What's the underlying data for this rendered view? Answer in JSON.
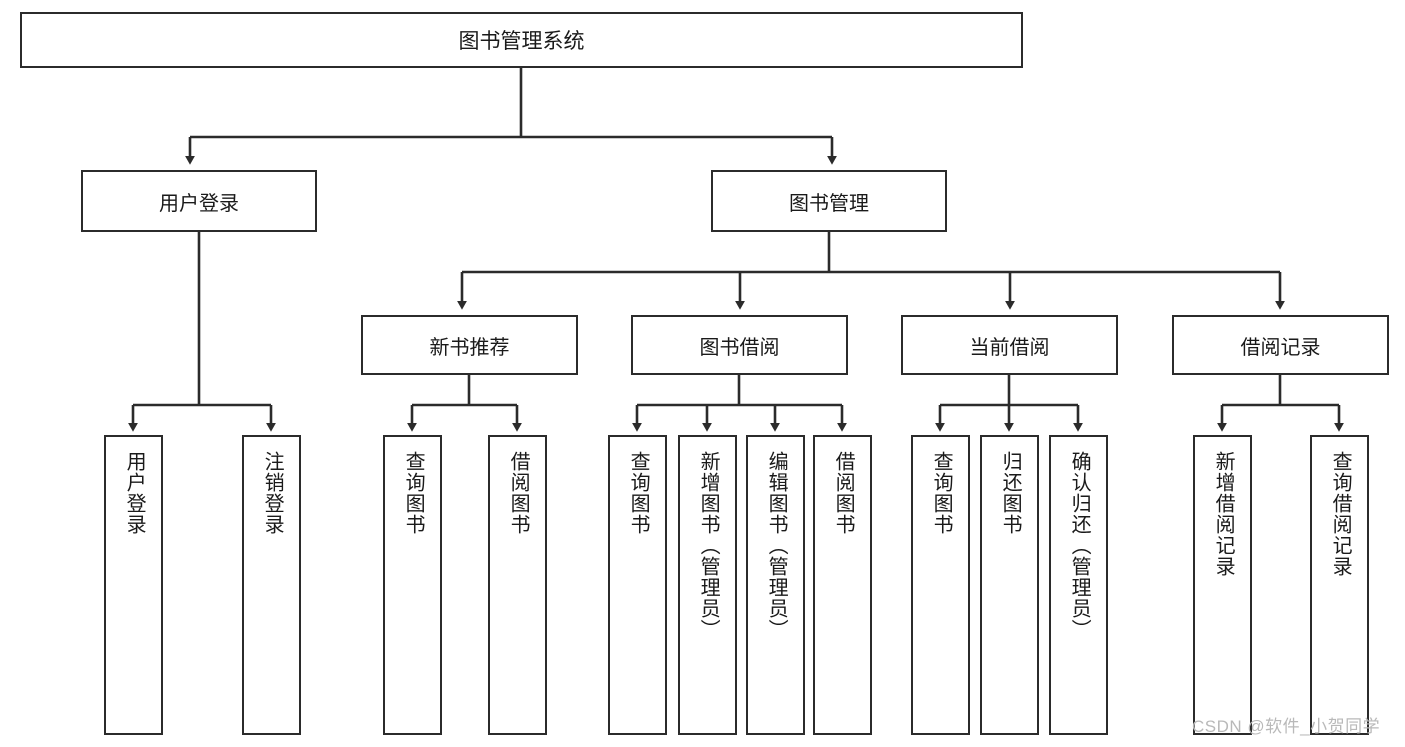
{
  "diagram": {
    "title": "图书管理系统",
    "type": "tree-hierarchy",
    "watermark": "CSDN @软件_小贺同学",
    "colors": {
      "stroke": "#2b2b2b",
      "fill": "#ffffff",
      "text": "#1a1a1a",
      "watermark": "#b9b9b9"
    },
    "nodes": {
      "root": {
        "label": "图书管理系统"
      },
      "level2": [
        {
          "id": "user-login",
          "label": "用户登录"
        },
        {
          "id": "book-manage",
          "label": "图书管理"
        }
      ],
      "level3": [
        {
          "id": "new-book-rec",
          "label": "新书推荐"
        },
        {
          "id": "book-borrow",
          "label": "图书借阅"
        },
        {
          "id": "current-borrow",
          "label": "当前借阅"
        },
        {
          "id": "borrow-record",
          "label": "借阅记录"
        }
      ],
      "leaves": {
        "user-login": [
          {
            "id": "leaf-user-login",
            "label": "用户登录"
          },
          {
            "id": "leaf-logout",
            "label": "注销登录"
          }
        ],
        "new-book-rec": [
          {
            "id": "leaf-query-book-1",
            "label": "查询图书"
          },
          {
            "id": "leaf-borrow-book-1",
            "label": "借阅图书"
          }
        ],
        "book-borrow": [
          {
            "id": "leaf-query-book-2",
            "label": "查询图书"
          },
          {
            "id": "leaf-add-book",
            "label": "新增图书（管理员）"
          },
          {
            "id": "leaf-edit-book",
            "label": "编辑图书（管理员）"
          },
          {
            "id": "leaf-borrow-book-2",
            "label": "借阅图书"
          }
        ],
        "current-borrow": [
          {
            "id": "leaf-query-book-3",
            "label": "查询图书"
          },
          {
            "id": "leaf-return-book",
            "label": "归还图书"
          },
          {
            "id": "leaf-confirm-return",
            "label": "确认归还（管理员）"
          }
        ],
        "borrow-record": [
          {
            "id": "leaf-add-record",
            "label": "新增借阅记录"
          },
          {
            "id": "leaf-query-record",
            "label": "查询借阅记录"
          }
        ]
      }
    }
  }
}
